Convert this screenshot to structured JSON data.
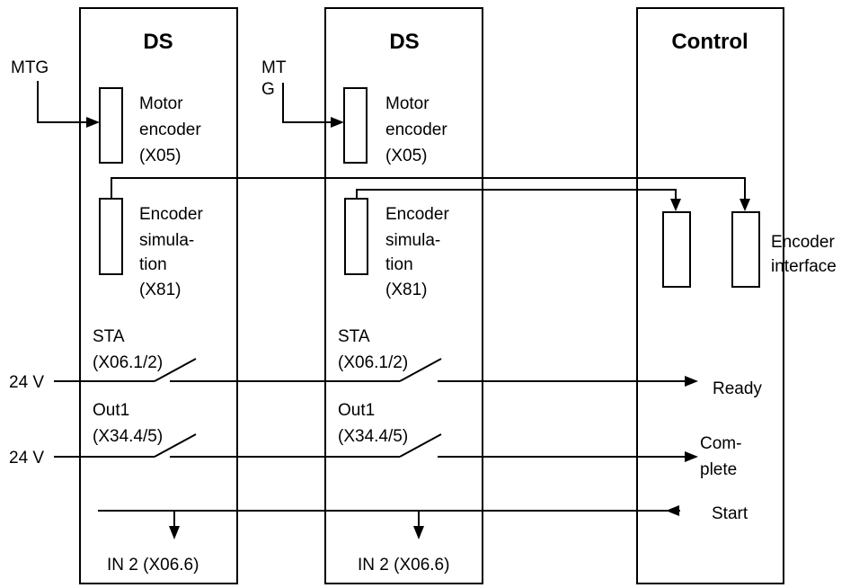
{
  "ds_left": {
    "title": "DS",
    "mtg": "MTG",
    "motor_encoder": [
      "Motor",
      "encoder",
      "(X05)"
    ],
    "encoder_sim": [
      "Encoder",
      "simula-",
      "tion",
      "(X81)"
    ],
    "sta": [
      "STA",
      "(X06.1/2)"
    ],
    "out1": [
      "Out1",
      "(X34.4/5)"
    ],
    "in2": "IN 2 (X06.6)"
  },
  "ds_mid": {
    "title": "DS",
    "mtg": [
      "MT",
      "G"
    ],
    "motor_encoder": [
      "Motor",
      "encoder",
      "(X05)"
    ],
    "encoder_sim": [
      "Encoder",
      "simula-",
      "tion",
      "(X81)"
    ],
    "sta": [
      "STA",
      "(X06.1/2)"
    ],
    "out1": [
      "Out1",
      "(X34.4/5)"
    ],
    "in2": "IN 2 (X06.6)"
  },
  "control": {
    "title": "Control",
    "encoder_interface": [
      "Encoder",
      "interface"
    ],
    "ready": "Ready",
    "complete": [
      "Com-",
      "plete"
    ],
    "start": "Start"
  },
  "supply": {
    "sta_voltage": "24 V",
    "out1_voltage": "24 V"
  }
}
